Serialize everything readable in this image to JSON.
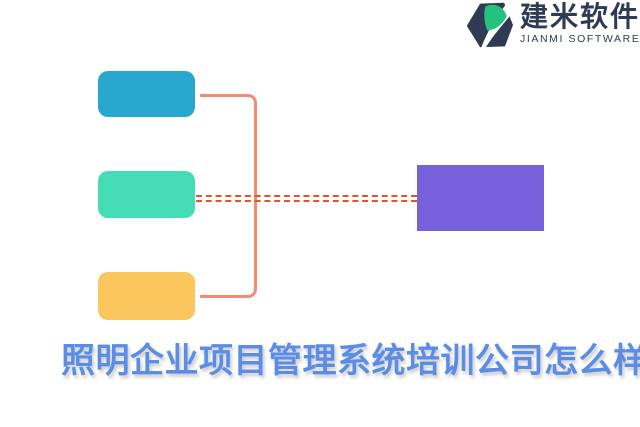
{
  "brand": {
    "logo_text": "建米软件",
    "logo_subtext": "JIANMI SOFTWARE",
    "navy": "#2E3B52",
    "green": "#25C17E"
  },
  "diagram": {
    "nodes": [
      {
        "id": "topic-1",
        "shape": "rounded-rect",
        "color": "#29A8CF",
        "label": ""
      },
      {
        "id": "topic-2",
        "shape": "rounded-rect",
        "color": "#43DCB5",
        "label": ""
      },
      {
        "id": "topic-3",
        "shape": "rounded-rect",
        "color": "#FCC65E",
        "label": ""
      },
      {
        "id": "main-topic",
        "shape": "rect",
        "color": "#7661DB",
        "label": ""
      }
    ],
    "connectors": [
      {
        "id": "bracket",
        "style": "solid",
        "color": "#F08B74"
      },
      {
        "id": "dashed-link",
        "style": "double-dashed",
        "color": "#E2532F"
      }
    ]
  },
  "caption": {
    "text": "照明企业项目管理系统培训公司怎么样",
    "color": "#5B8DE7"
  }
}
